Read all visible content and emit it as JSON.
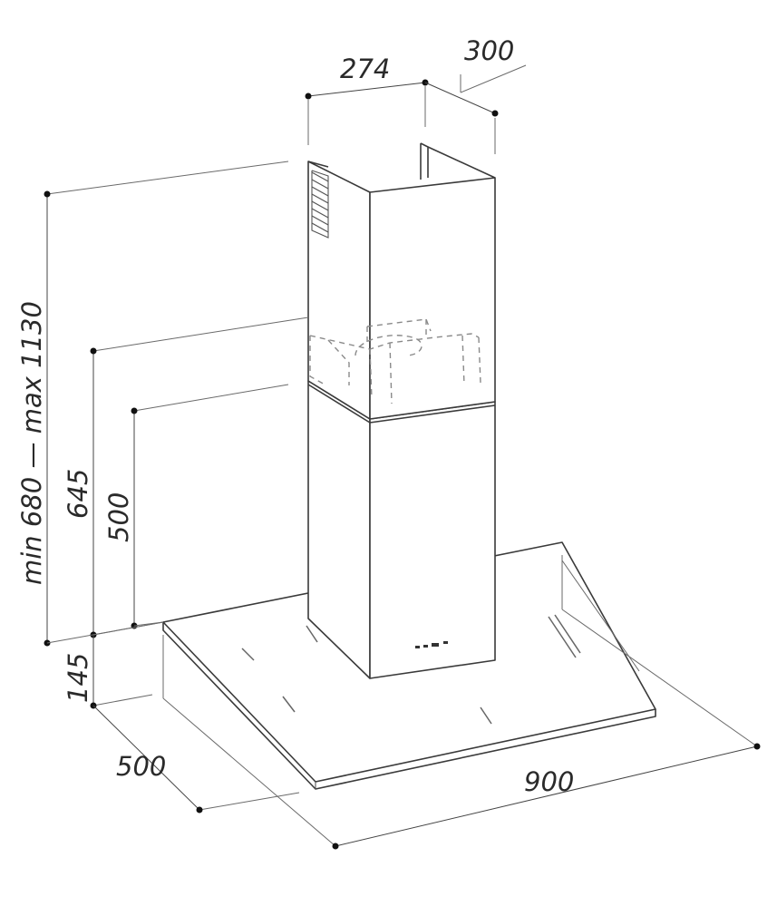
{
  "dimensions": {
    "chimney_width": "274",
    "chimney_depth": "300",
    "total_height": "min 680 — max 1130",
    "lower_height": "645",
    "canopy_to_joint": "500",
    "canopy_height": "145",
    "canopy_depth": "500",
    "canopy_width": "900"
  }
}
